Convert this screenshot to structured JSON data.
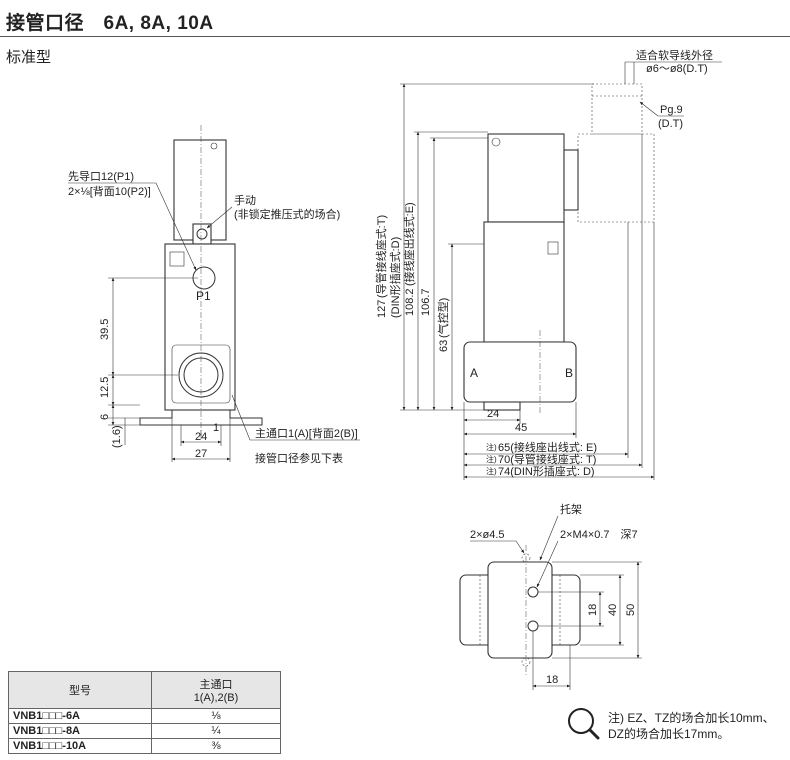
{
  "header": {
    "title": "接管口径　6A, 8A, 10A"
  },
  "subtitle": "标准型",
  "front_view": {
    "pilot_label_1": "先导口12(P1)",
    "pilot_label_2": "2×⅛[背面10(P2)]",
    "manual_label_1": "手动",
    "manual_label_2": "(非锁定推压式的场合)",
    "port_p1": "P1",
    "dims": [
      "39.5",
      "12.5",
      "6",
      "(1.6)",
      "1",
      "24",
      "27"
    ],
    "main_port_label": "主通口1(A)[背面2(B)]",
    "main_port_sub": "接管口径参见下表"
  },
  "side_view": {
    "cable_label_1": "适合软导线外径",
    "cable_label_2": "ø6～ø8(D.T)",
    "pg_label_1": "Pg.9",
    "pg_label_2": "(D.T)",
    "v127": "127",
    "v127_note": "(导管接线座式:T)",
    "v108": "108.2",
    "v108_note": "(DIN形插座式:D)",
    "v106": "106.7",
    "v106_note": "(接线座出线式:E)",
    "v63": "63",
    "v63_note": "(气控型)",
    "port_a": "A",
    "port_b": "B",
    "h24": "24",
    "h45": "45",
    "h65_mark": "注)",
    "h65": "65(接线座出线式: E)",
    "h70_mark": "注)",
    "h70": "70(导管接线座式: T)",
    "h74_mark": "注)",
    "h74": "74(DIN形插座式: D)"
  },
  "bracket_view": {
    "bracket_label": "托架",
    "hole_label": "2×ø4.5",
    "tap_label": "2×M4×0.7　深7",
    "v18": "18",
    "v40": "40",
    "v50": "50",
    "h18": "18"
  },
  "table": {
    "header_model": "型号",
    "header_port_1": "主通口",
    "header_port_2": "1(A),2(B)",
    "rows": [
      {
        "model": "VNB1□□□-6A",
        "size": "⅛"
      },
      {
        "model": "VNB1□□□-8A",
        "size": "¼"
      },
      {
        "model": "VNB1□□□-10A",
        "size": "⅜"
      }
    ]
  },
  "note": {
    "line1": "注) EZ、TZ的场合加长10mm、",
    "line2": "DZ的场合加长17mm。"
  }
}
